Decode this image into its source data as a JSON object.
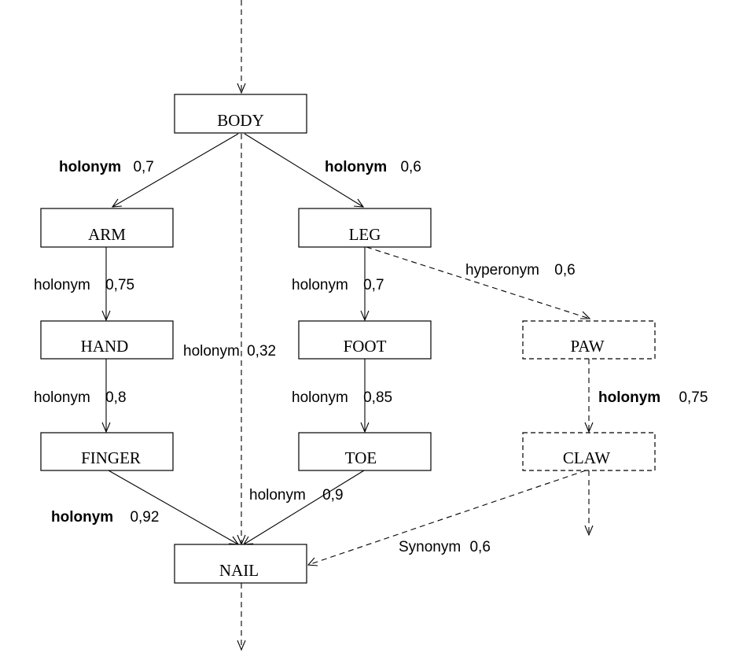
{
  "nodes": {
    "body": "BODY",
    "arm": "ARM",
    "leg": "LEG",
    "hand": "HAND",
    "foot": "FOOT",
    "paw": "PAW",
    "finger": "FINGER",
    "toe": "TOE",
    "claw": "CLAW",
    "nail": "NAIL"
  },
  "edges": {
    "body_arm": {
      "relation": "holonym",
      "weight": "0,7"
    },
    "body_leg": {
      "relation": "holonym",
      "weight": "0,6"
    },
    "arm_hand": {
      "relation": "holonym",
      "weight": "0,75"
    },
    "leg_foot": {
      "relation": "holonym",
      "weight": "0,7"
    },
    "leg_paw": {
      "relation": "hyperonym",
      "weight": "0,6"
    },
    "body_nail": {
      "relation": "holonym",
      "weight": "0,32"
    },
    "hand_finger": {
      "relation": "holonym",
      "weight": "0,8"
    },
    "foot_toe": {
      "relation": "holonym",
      "weight": "0,85"
    },
    "paw_claw": {
      "relation": "holonym",
      "weight": "0,75"
    },
    "toe_nail": {
      "relation": "holonym",
      "weight": "0,9"
    },
    "finger_nail": {
      "relation": "holonym",
      "weight": "0,92"
    },
    "claw_nail": {
      "relation": "Synonym",
      "weight": "0,6"
    }
  }
}
